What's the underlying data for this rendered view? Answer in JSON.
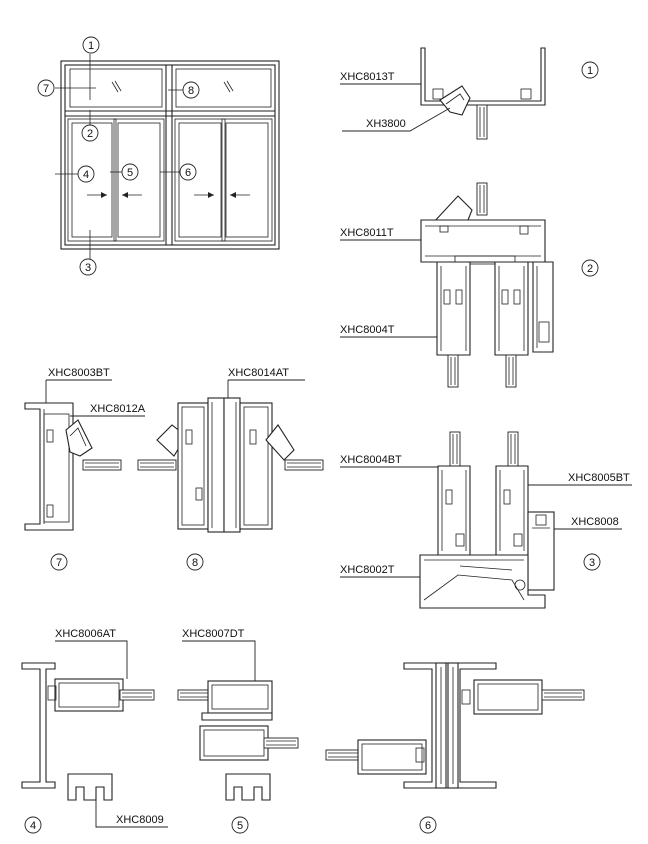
{
  "callouts": [
    "1",
    "2",
    "3",
    "4",
    "5",
    "6",
    "7",
    "8"
  ],
  "section_numbers": {
    "s1": "1",
    "s2": "2",
    "s3": "3",
    "s4": "4",
    "s5": "5",
    "s6": "6",
    "s7": "7",
    "s8": "8"
  },
  "labels": {
    "xhc8013t": "XHC8013T",
    "xh3800": "XH3800",
    "xhc8011t": "XHC8011T",
    "xhc8004t": "XHC8004T",
    "xhc8003bt": "XHC8003BT",
    "xhc8012a": "XHC8012A",
    "xhc8014at": "XHC8014AT",
    "xhc8004bt": "XHC8004BT",
    "xhc8005bt": "XHC8005BT",
    "xhc8008": "XHC8008",
    "xhc8002t": "XHC8002T",
    "xhc8006at": "XHC8006AT",
    "xhc8007dt": "XHC8007DT",
    "xhc8009": "XHC8009"
  }
}
